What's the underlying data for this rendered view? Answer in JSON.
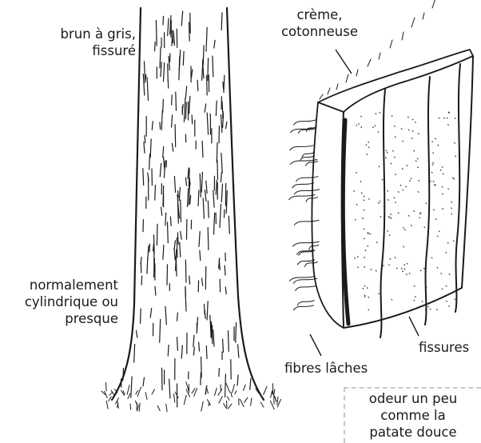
{
  "labels": {
    "bark_color": [
      "brun à gris,",
      "fissuré"
    ],
    "inner_bark": [
      "crème,",
      "cotonneuse"
    ],
    "trunk_shape": [
      "normalement",
      "cylindrique ou",
      "presque"
    ],
    "fissures": "fissures",
    "loose_fibres": "fibres lâches",
    "odour_note": [
      "odeur un peu",
      "comme la",
      "patate douce"
    ]
  },
  "colors": {
    "ink": "#1a1a1a",
    "background": "#ffffff",
    "note_border": "#c8c8c8"
  }
}
